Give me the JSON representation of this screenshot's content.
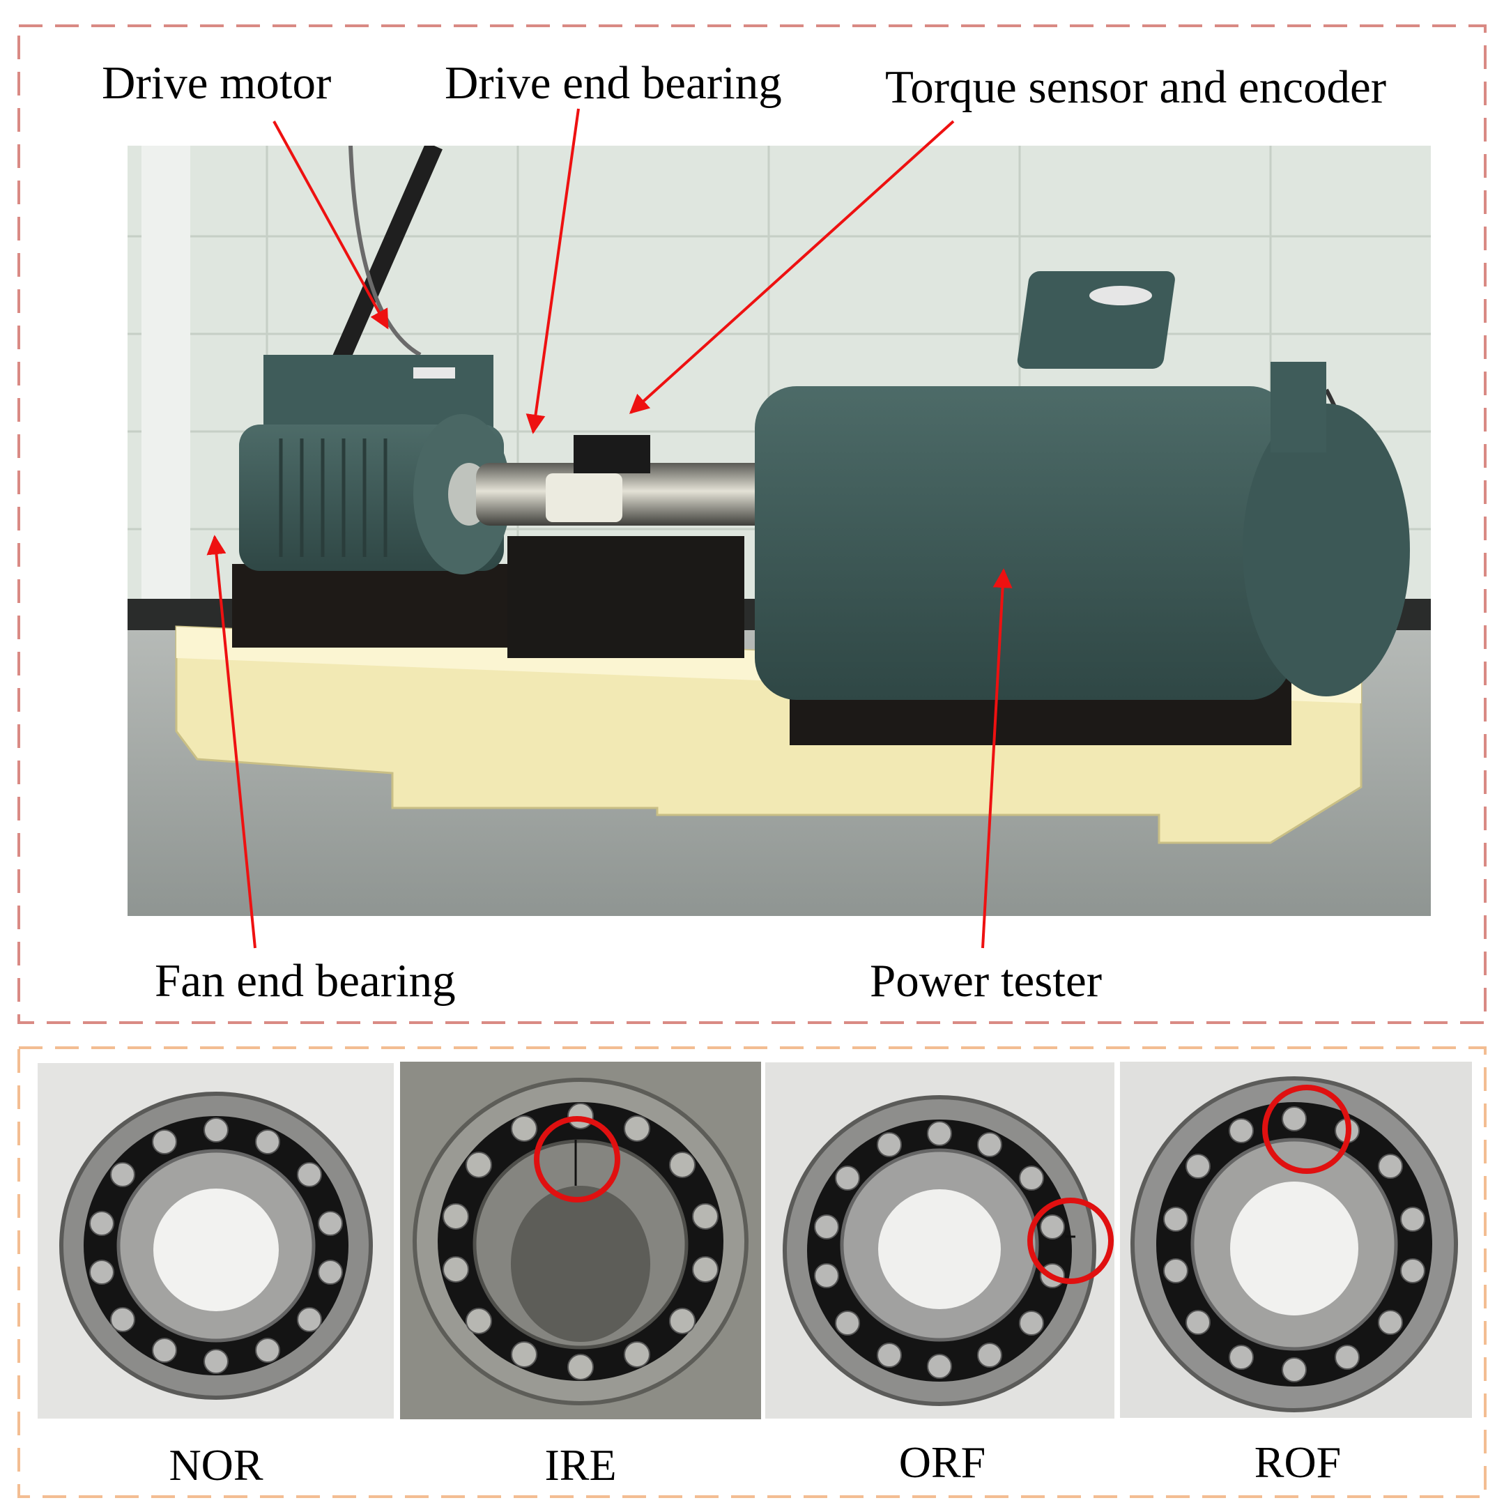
{
  "colors": {
    "top_frame": "#d98a84",
    "bottom_frame": "#f3bd92",
    "arrow": "#ee1111",
    "fault_circle": "#e01010",
    "wall": "#dfe6df",
    "motor": "#3d5a58",
    "base": "#f2e9b4",
    "floor": "#a4a9a6"
  },
  "test_rig": {
    "labels": {
      "drive_motor": "Drive motor",
      "drive_end_bearing": "Drive end bearing",
      "torque_sensor": "Torque sensor and encoder",
      "fan_end_bearing": "Fan end bearing",
      "power_tester": "Power tester"
    }
  },
  "bearings": [
    {
      "caption": "NOR",
      "fault_marked": false
    },
    {
      "caption": "IRE",
      "fault_marked": true
    },
    {
      "caption": "ORF",
      "fault_marked": true
    },
    {
      "caption": "ROF",
      "fault_marked": true
    }
  ]
}
